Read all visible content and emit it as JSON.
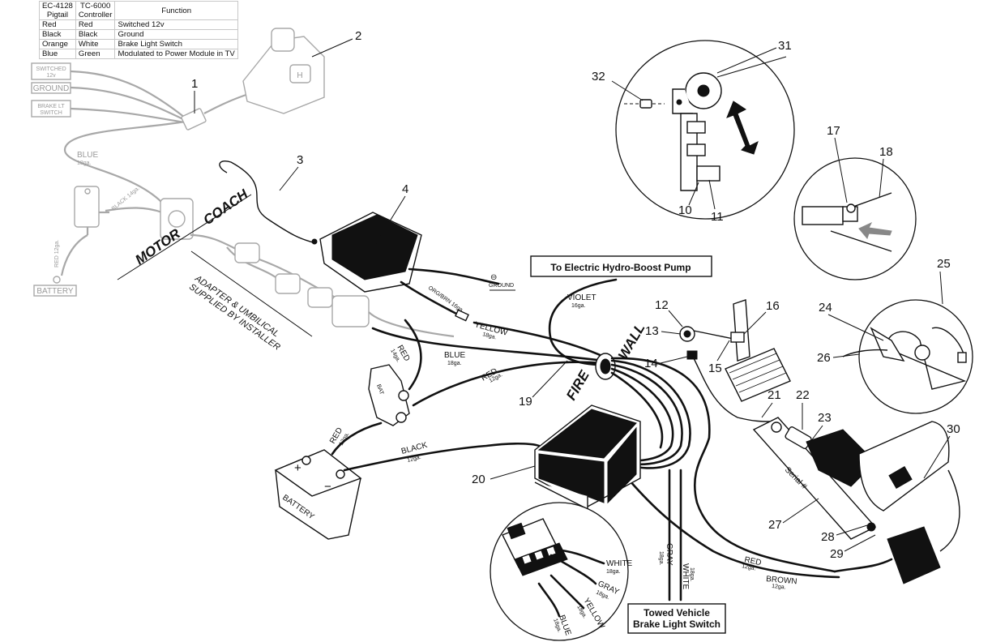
{
  "table": {
    "headers": [
      "EC-4128\nPigtail",
      "TC-6000\nController",
      "Function"
    ],
    "rows": [
      {
        "pigtail": "Red",
        "controller": "Red",
        "function": "Switched 12v"
      },
      {
        "pigtail": "Black",
        "controller": "Black",
        "function": "Ground"
      },
      {
        "pigtail": "Orange",
        "controller": "White",
        "function": "Brake Light Switch"
      },
      {
        "pigtail": "Blue",
        "controller": "Green",
        "function": "Modulated to Power Module in TV"
      }
    ]
  },
  "faded_labels": {
    "switched": "SWITCHED\n12v",
    "ground": "GROUND",
    "brake": "BRAKE LT\nSWITCH",
    "battery": "BATTERY",
    "blue": "BLUE",
    "blue_ga": "18ga.",
    "black": "BLACK",
    "black_ga": "14ga.",
    "red": "RED",
    "red_ga": "12ga."
  },
  "zone_labels": {
    "motor": "MOTOR",
    "coach": "COACH",
    "fire": "FIRE",
    "wall": "WALL",
    "installer": "ADAPTER & UMBILICAL\nSUPPLIED BY INSTALLER"
  },
  "callouts": {
    "pump": "To Electric Hydro-Boost Pump",
    "brake_switch": "Towed Vehicle\nBrake Light Switch"
  },
  "wire_labels": {
    "ground": "GROUND",
    "org_brn": "ORG/BRN",
    "org_brn_ga": "16ga.",
    "yellow": "YELLOW",
    "yellow_ga": "18ga.",
    "blue": "BLUE",
    "blue_ga": "18ga.",
    "red_14": "RED",
    "red_14_ga": "14ga.",
    "red_12": "RED",
    "red_12_ga": "12ga.",
    "red_bat": "RED",
    "red_bat_ga": "12ga.",
    "black": "BLACK",
    "black_ga": "12ga.",
    "violet": "VIOLET",
    "violet_ga": "16ga.",
    "gray": "GRAY",
    "gray_ga": "18ga.",
    "white": "WHITE",
    "white_ga": "18ga.",
    "red_act": "RED",
    "red_act_ga": "12ga.",
    "brown": "BROWN",
    "brown_ga": "12ga.",
    "det_white": "WHITE",
    "det_white_ga": "18ga.",
    "det_gray": "GRAY",
    "det_gray_ga": "18ga.",
    "det_yellow": "YELLOW",
    "det_yellow_ga": "18ga.",
    "det_blue": "BLUE",
    "det_blue_ga": "18ga.",
    "serial": "Serial #",
    "battery": "BATTERY",
    "bat": "BAT"
  },
  "part_numbers": [
    "1",
    "2",
    "3",
    "4",
    "10",
    "11",
    "12",
    "13",
    "14",
    "15",
    "16",
    "17",
    "18",
    "19",
    "20",
    "21",
    "22",
    "23",
    "24",
    "25",
    "26",
    "27",
    "28",
    "29",
    "30",
    "31",
    "32"
  ]
}
